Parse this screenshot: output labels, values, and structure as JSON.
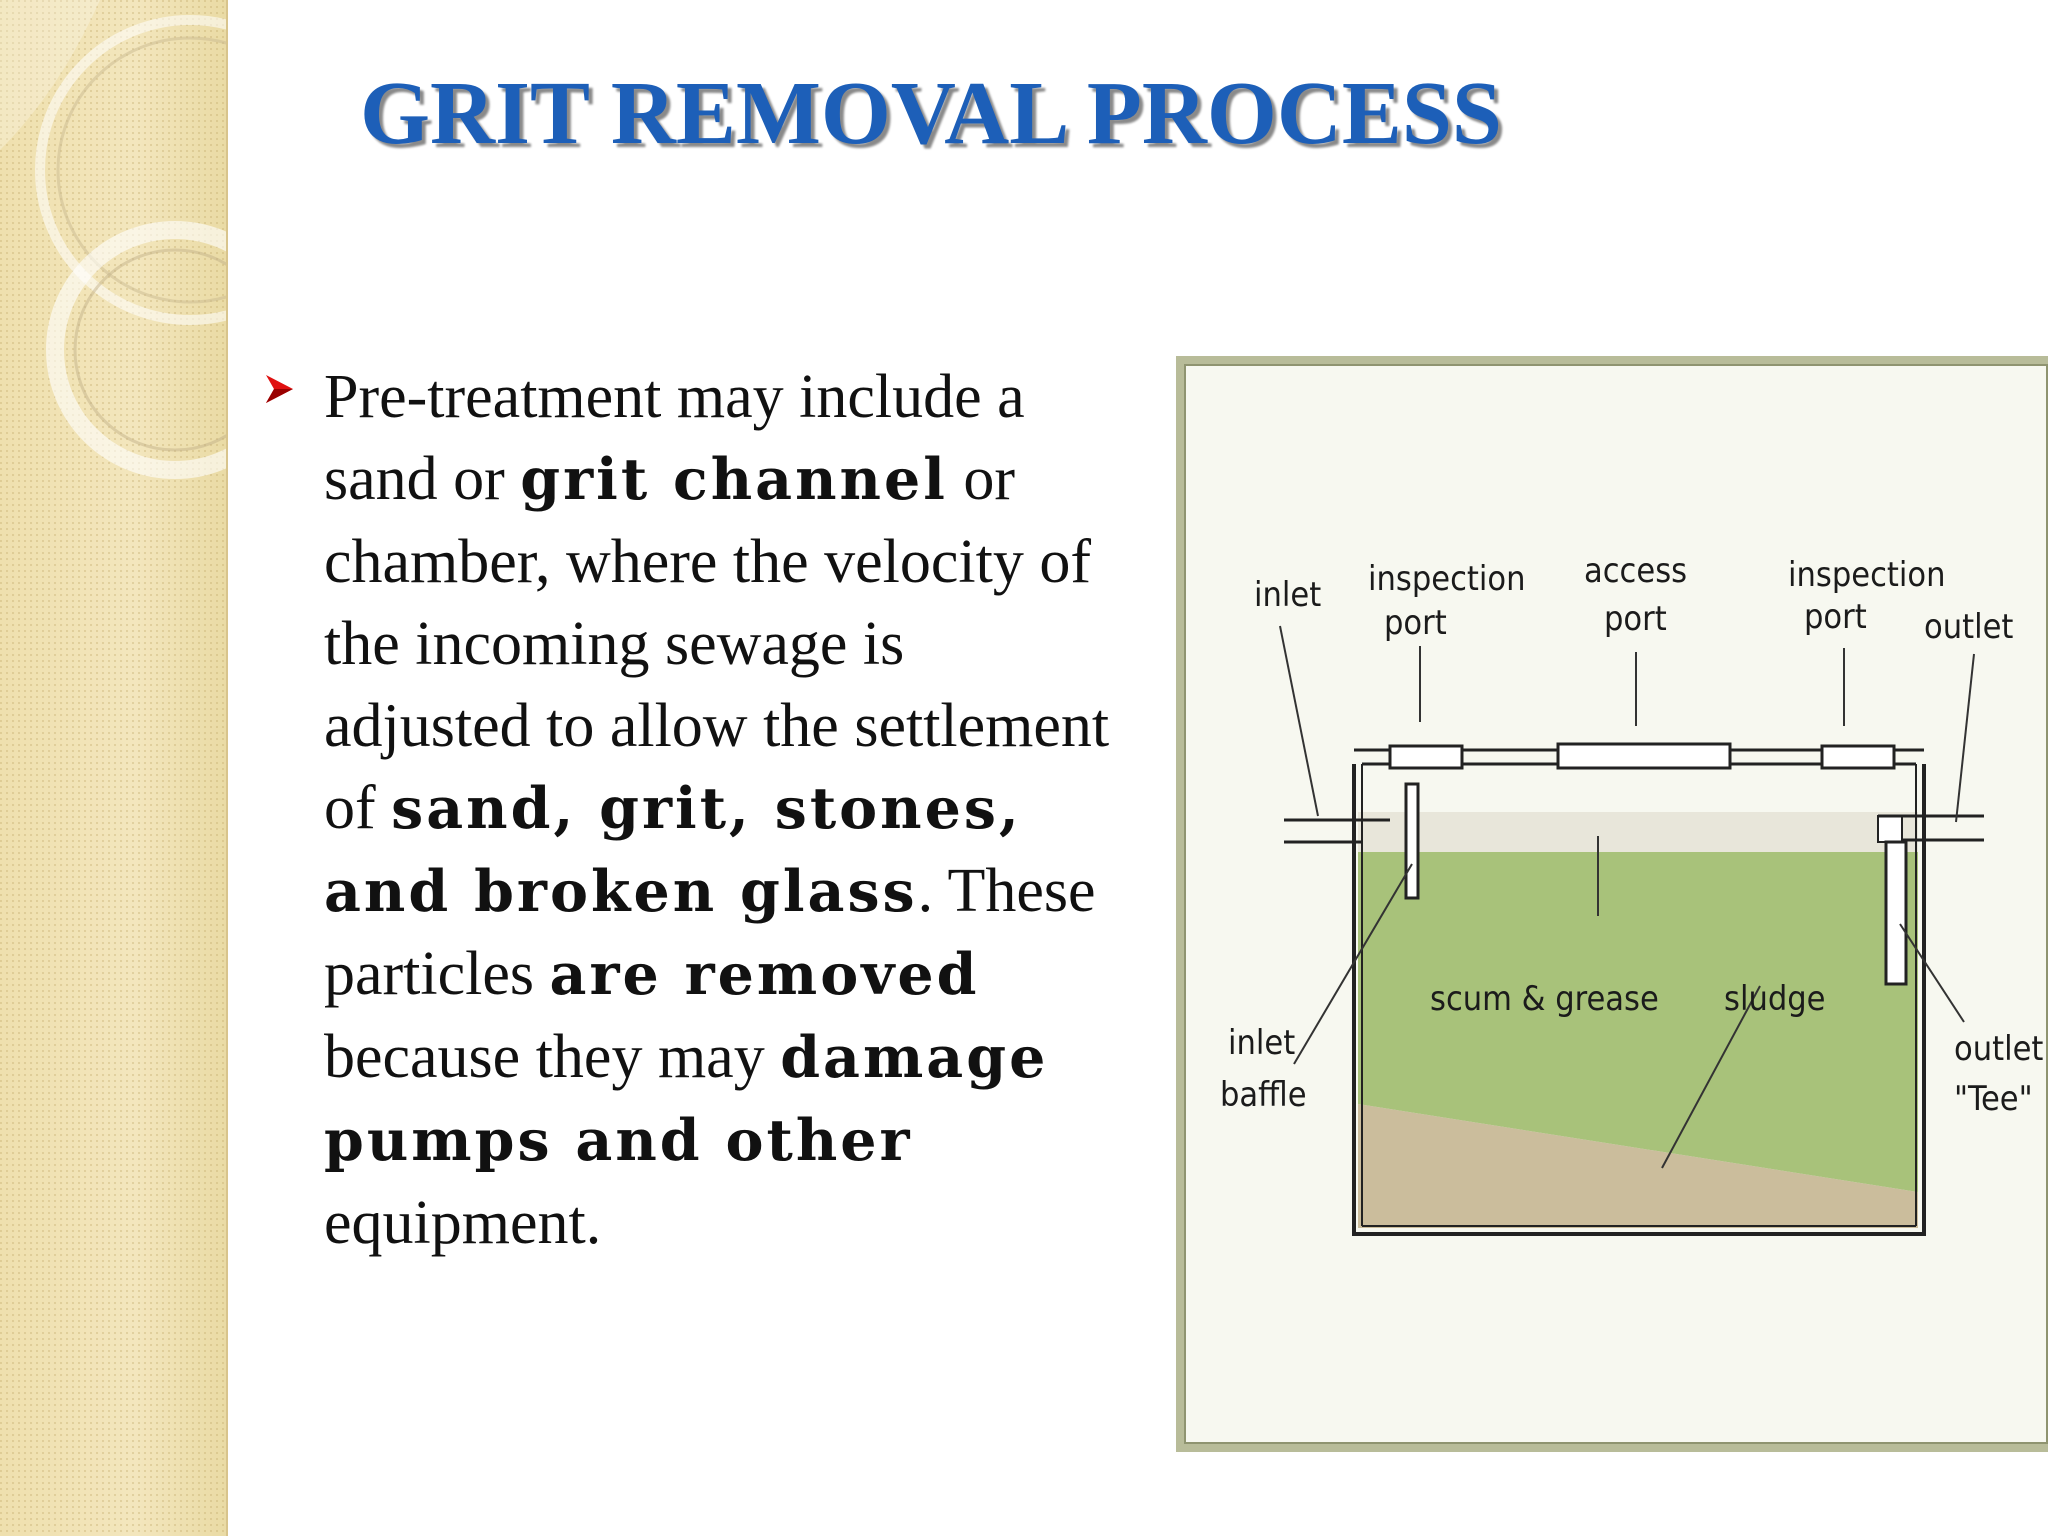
{
  "slide": {
    "title": "GRIT REMOVAL PROCESS",
    "bullet": {
      "marker_icon": "arrowhead-bullet-icon",
      "marker_color": "#e01010",
      "segments": [
        {
          "text": "Pre-treatment may include a sand or ",
          "bold": false
        },
        {
          "text": "grit channel",
          "bold": true
        },
        {
          "text": " or chamber, where the velocity of the incoming sewage is adjusted to allow the settlement of ",
          "bold": false
        },
        {
          "text": "sand, grit, stones, and broken glass",
          "bold": true
        },
        {
          "text": ". These particles ",
          "bold": false
        },
        {
          "text": "are removed",
          "bold": true
        },
        {
          "text": " because they may ",
          "bold": false
        },
        {
          "text": "damage pumps and other",
          "bold": true
        },
        {
          "text": " equipment.",
          "bold": false
        }
      ]
    }
  },
  "figure": {
    "labels": {
      "inlet": "inlet",
      "inspection_port_left_1": "inspection",
      "inspection_port_left_2": "port",
      "access_port_1": "access",
      "access_port_2": "port",
      "inspection_port_right_1": "inspection",
      "inspection_port_right_2": "port",
      "outlet": "outlet",
      "scum_grease": "scum & grease",
      "sludge": "sludge",
      "inlet_baffle_1": "inlet",
      "inlet_baffle_2": "baffle",
      "outlet_tee_1": "outlet",
      "outlet_tee_2": "\"Tee\""
    },
    "colors": {
      "liquid": "#a8c27a",
      "scum": "#e8e6da",
      "sludge": "#cbbd9c",
      "title_blue": "#1d5fb8"
    }
  }
}
